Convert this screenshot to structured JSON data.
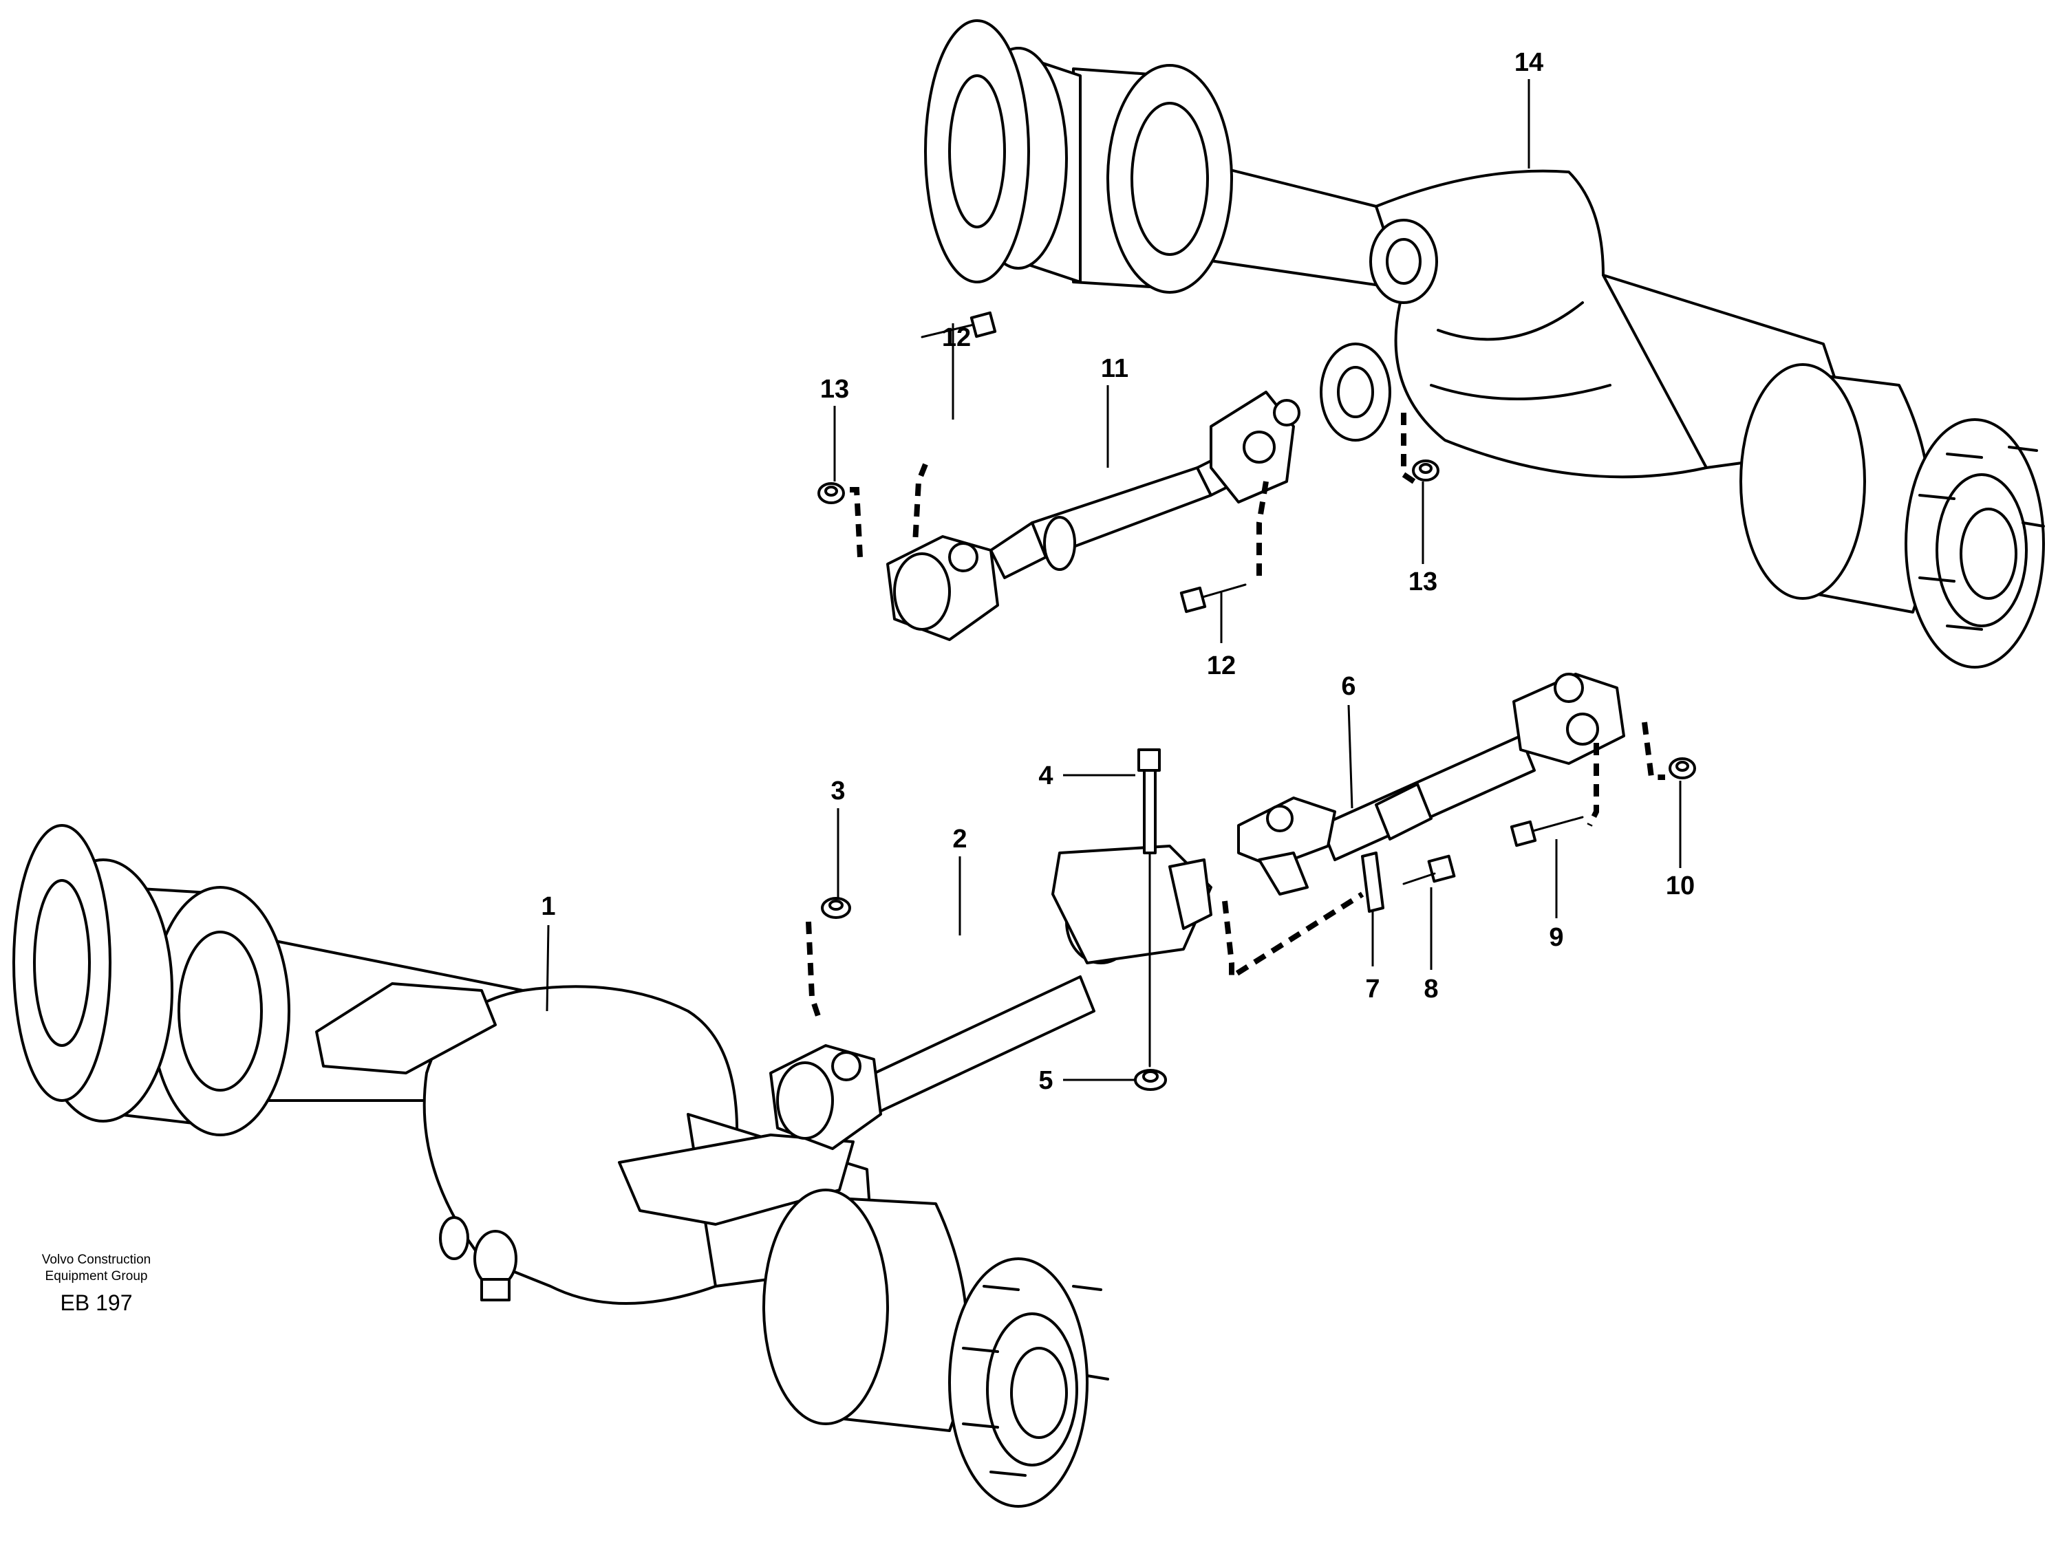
{
  "callouts": [
    "1",
    "2",
    "3",
    "4",
    "5",
    "6",
    "7",
    "8",
    "9",
    "10",
    "11",
    "12",
    "12",
    "13",
    "13",
    "14"
  ],
  "footer": {
    "company_line1": "Volvo Construction",
    "company_line2": "Equipment Group",
    "code": "EB 197"
  },
  "colors": {
    "line": "#000000",
    "background": "#ffffff"
  }
}
